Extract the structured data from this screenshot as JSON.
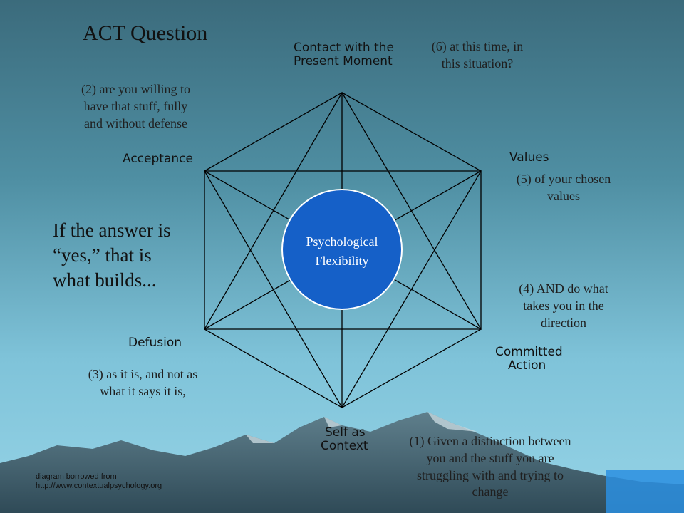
{
  "title": "ACT Question",
  "center": {
    "label_line1": "Psychological",
    "label_line2": "Flexibility"
  },
  "nodes": {
    "contact": {
      "line1": "Contact with the",
      "line2": "Present Moment"
    },
    "values": {
      "line1": "Values"
    },
    "committed": {
      "line1": "Committed",
      "line2": "Action"
    },
    "self": {
      "line1": "Self as",
      "line2": "Context"
    },
    "defusion": {
      "line1": "Defusion"
    },
    "acceptance": {
      "line1": "Acceptance"
    }
  },
  "questions": {
    "q1": {
      "line1": "(1) Given a distinction between",
      "line2": "you and the stuff you are",
      "line3": "struggling with and trying to",
      "line4": "change"
    },
    "q2": {
      "line1": "(2) are you willing to",
      "line2": "have that stuff, fully",
      "line3": "and without defense"
    },
    "q3": {
      "line1": "(3) as it is, and not as",
      "line2": "what it says it is,"
    },
    "q4": {
      "line1": "(4) AND do what",
      "line2": "takes you in the",
      "line3": "direction"
    },
    "q5": {
      "line1": "(5) of your chosen",
      "line2": "values"
    },
    "q6": {
      "line1": "(6) at this time, in",
      "line2": "this situation?"
    }
  },
  "answer": {
    "line1": "If the answer is",
    "line2": "“yes,” that is",
    "line3": "what builds..."
  },
  "credit": {
    "line1": "diagram borrowed from",
    "line2": "http://www.contextualpsychology.org"
  },
  "colors": {
    "sky_top": "#3c6e7e",
    "sky_bottom": "#8fd0e4",
    "circle": "#1560c8",
    "mountain": "#3a5a68"
  }
}
